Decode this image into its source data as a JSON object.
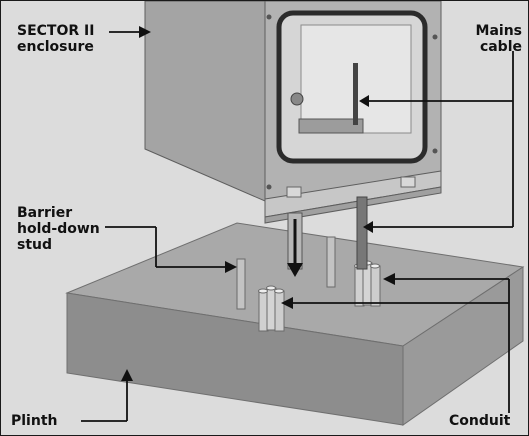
{
  "labels": {
    "sector": "SECTOR II\nenclosure",
    "mains": "Mains\ncable",
    "barrier": "Barrier\nhold-down\nstud",
    "plinth": "Plinth",
    "conduit": "Conduit"
  },
  "colors": {
    "background": "#dcdcdc",
    "enclosure": "#a8a8a8",
    "plinth_top": "#a9a9a9",
    "plinth_side": "#8d8d8d",
    "lines": "#111111"
  }
}
